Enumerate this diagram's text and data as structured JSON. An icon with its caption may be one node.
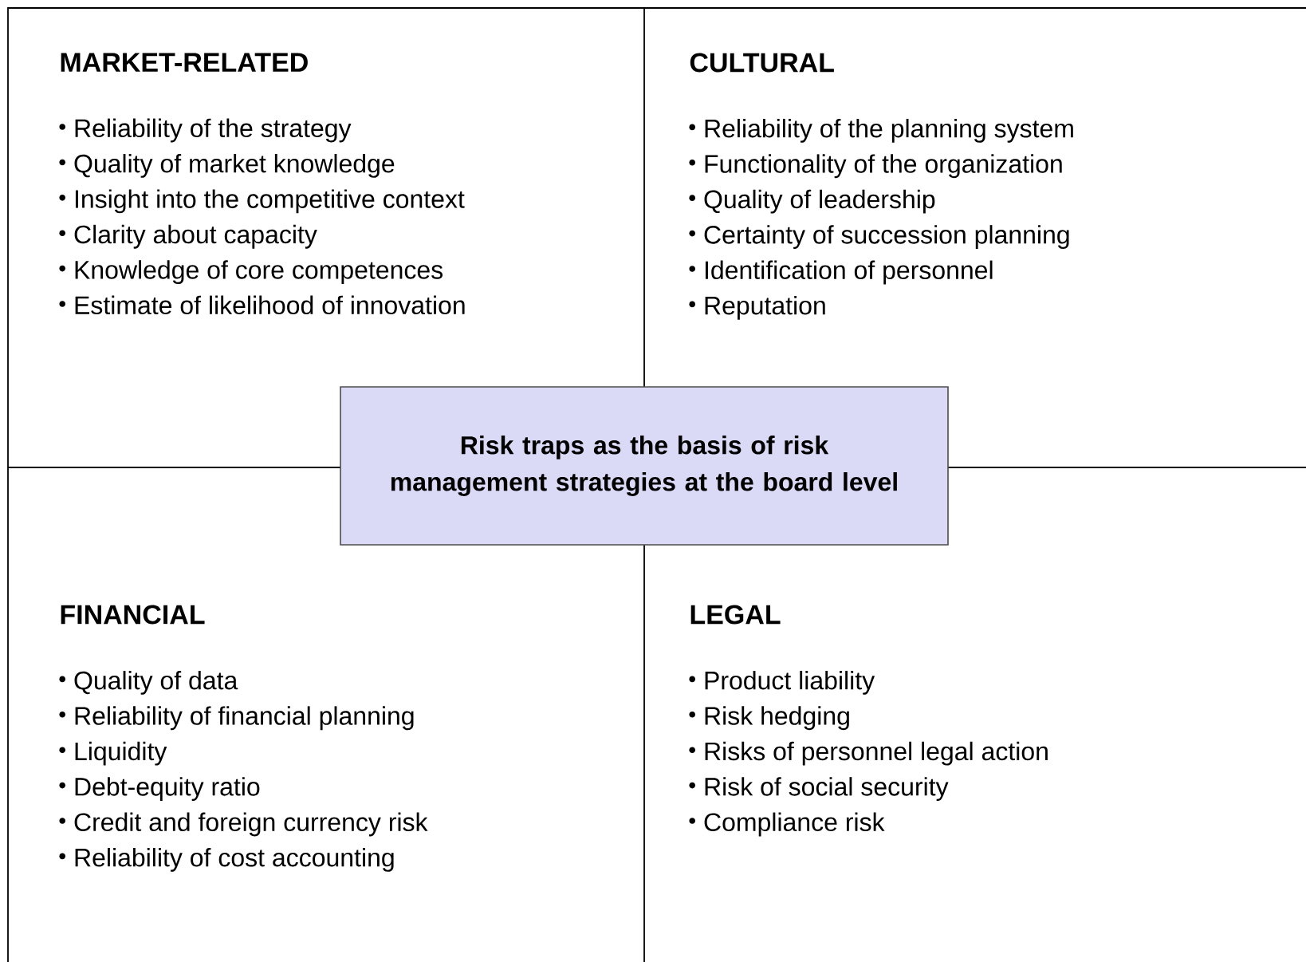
{
  "diagram": {
    "nodes": [
      {
        "text": [
          "MARKET-RELATED",
          "Reliability of the strategy",
          "Quality of market knowledge",
          "Insight into the competitive context",
          "Clarity about capacity",
          "Knowledge of core competences",
          "Estimate of likelihood of innovation"
        ]
      },
      {
        "text": [
          "CULTURAL",
          "Reliability of the planning system",
          "Functionality of the organization",
          "Quality of leadership",
          "Certainty of succession planning",
          "Identification of personnel",
          "Reputation"
        ]
      },
      {
        "text": [
          "Risk traps as the basis of risk management strategies at the board level"
        ]
      },
      {
        "text": [
          "FINANCIAL",
          "Quality of data",
          "Reliability of financial planning",
          "Liquidity",
          "Debt-equity ratio",
          "Credit and foreign currency risk",
          "Reliability of cost accounting"
        ]
      },
      {
        "text": [
          "LEGAL",
          "Product liability",
          "Risk hedging",
          "Risks of personnel legal action",
          "Risk of social security",
          "Compliance risk"
        ]
      }
    ],
    "edges": []
  }
}
